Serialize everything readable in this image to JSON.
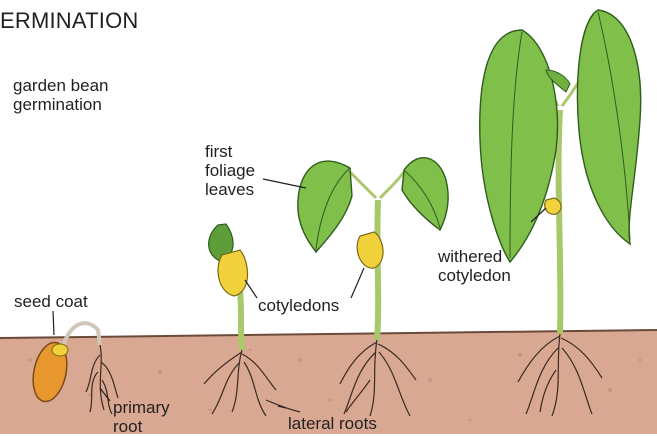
{
  "title": "ERMINATION",
  "subtitle": [
    "garden bean",
    "germination"
  ],
  "labels": {
    "first_foliage_leaves": [
      "first",
      "foliage",
      "leaves"
    ],
    "seed_coat": "seed coat",
    "cotyledons": "cotyledons",
    "withered_cotyledon": [
      "withered",
      "cotyledon"
    ],
    "primary_root": [
      "primary",
      "root"
    ],
    "lateral_roots": "lateral roots"
  },
  "colors": {
    "soil": "#d8a58e",
    "soil_line": "#6b4a3a",
    "stem": "#a8c86a",
    "leaf": "#7fbf4a",
    "leaf_dark": "#3e7a2a",
    "cotyledon": "#f2d23c",
    "seed": "#e8962e",
    "root": "#3a2a20"
  }
}
